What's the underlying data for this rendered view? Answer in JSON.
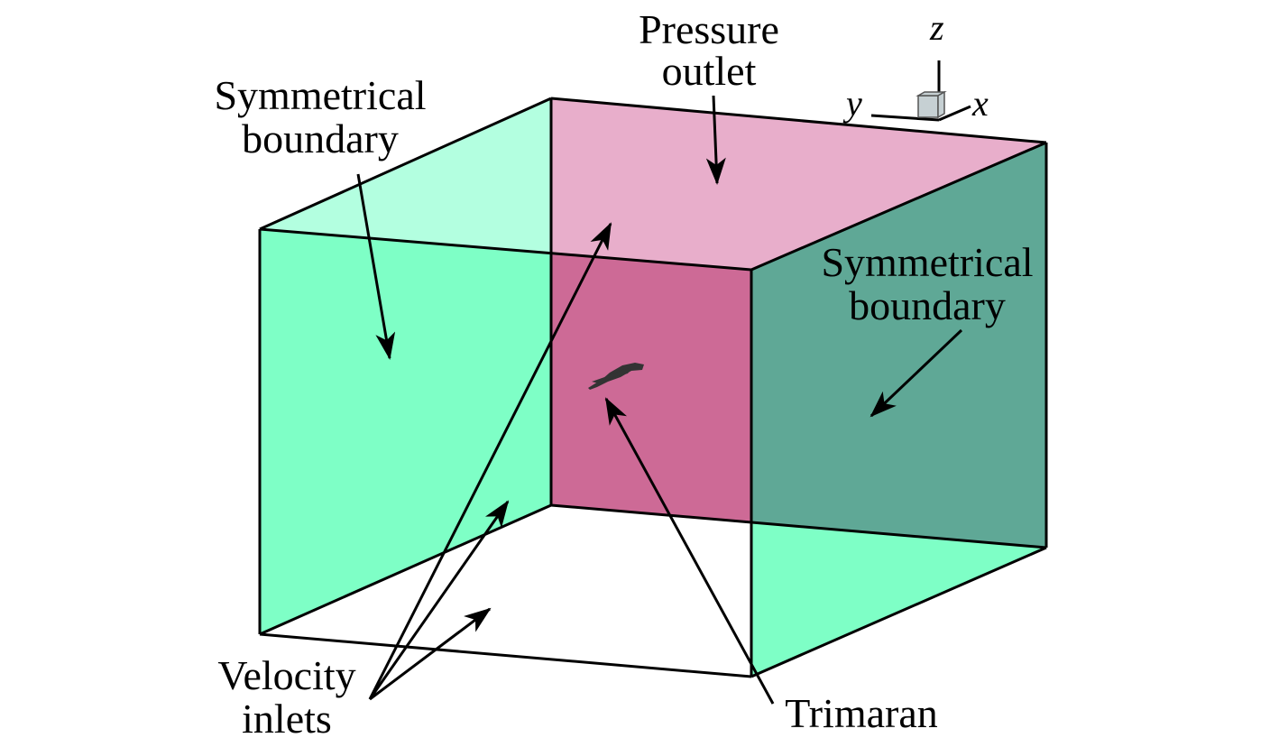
{
  "colors": {
    "back_wall": "#cd6a96",
    "top_face": "#e8aecb",
    "left_outer": "#7effc6",
    "left_inner": "#b3ffe0",
    "right_outer": "#5fa896",
    "right_inner": "#7effc6",
    "trimaran": "#333333",
    "axis_cube": "#c6d0d3"
  },
  "labels": {
    "pressure_outlet": [
      "Pressure",
      "outlet"
    ],
    "sym_left": [
      "Symmetrical",
      "boundary"
    ],
    "sym_right": [
      "Symmetrical",
      "boundary"
    ],
    "velocity_inlets": [
      "Velocity",
      "inlets"
    ],
    "trimaran": "Trimaran"
  },
  "axes": {
    "x": "x",
    "y": "y",
    "z": "z"
  }
}
